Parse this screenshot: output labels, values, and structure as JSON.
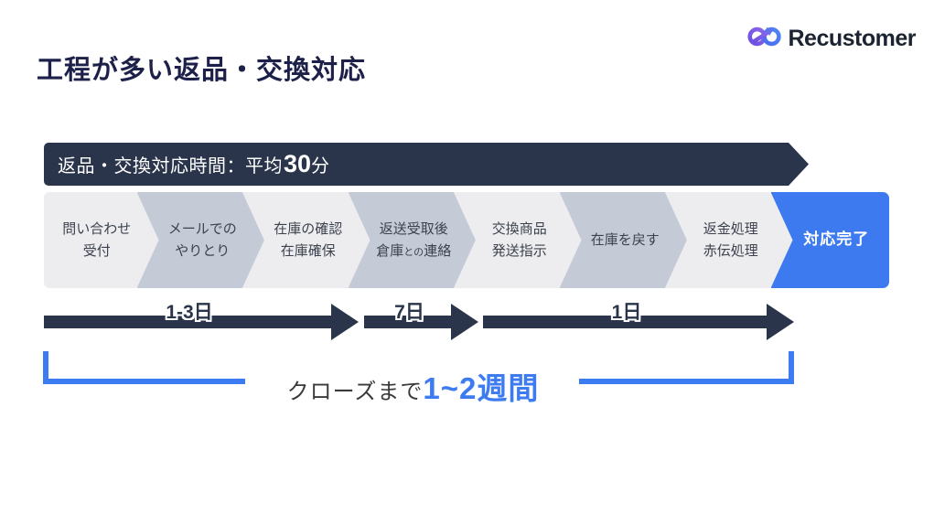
{
  "logo": {
    "text": "Recustomer",
    "icon": "recustomer-infinity-mark"
  },
  "title": "工程が多い返品・交換対応",
  "banner": {
    "prefix": "返品・交換対応時間：平均",
    "big": "30",
    "suffix": "分"
  },
  "steps": [
    {
      "tone": "light",
      "lines": [
        "問い合わせ",
        "受付"
      ]
    },
    {
      "tone": "dark",
      "lines": [
        "メールでの",
        "やりとり"
      ]
    },
    {
      "tone": "light",
      "lines": [
        "在庫の確認",
        "在庫確保"
      ]
    },
    {
      "tone": "dark",
      "lines": [
        "返送受取後",
        [
          {
            "t": "倉庫"
          },
          {
            "t": "との",
            "small": true
          },
          {
            "t": "連絡"
          }
        ]
      ]
    },
    {
      "tone": "light",
      "lines": [
        "交換商品",
        "発送指示"
      ]
    },
    {
      "tone": "dark",
      "lines": [
        "在庫を戻す"
      ]
    },
    {
      "tone": "light",
      "lines": [
        "返金処理",
        "赤伝処理"
      ]
    },
    {
      "tone": "blue",
      "lines": [
        "対応完了"
      ]
    }
  ],
  "timeline": [
    {
      "label": "1-3日"
    },
    {
      "label": "7日"
    },
    {
      "label": "1日"
    }
  ],
  "closing": {
    "prefix": "クローズまで",
    "highlight": "1~2週間"
  },
  "colors": {
    "navy": "#2a344b",
    "title_navy": "#1d2149",
    "accent_blue": "#3d7bf0",
    "chevron_light": "#ededf0",
    "chevron_dark": "#c5cbd6",
    "step_text": "#3c424d",
    "logo_purple": "#7b57e0",
    "logo_blue": "#4a6cf0"
  }
}
